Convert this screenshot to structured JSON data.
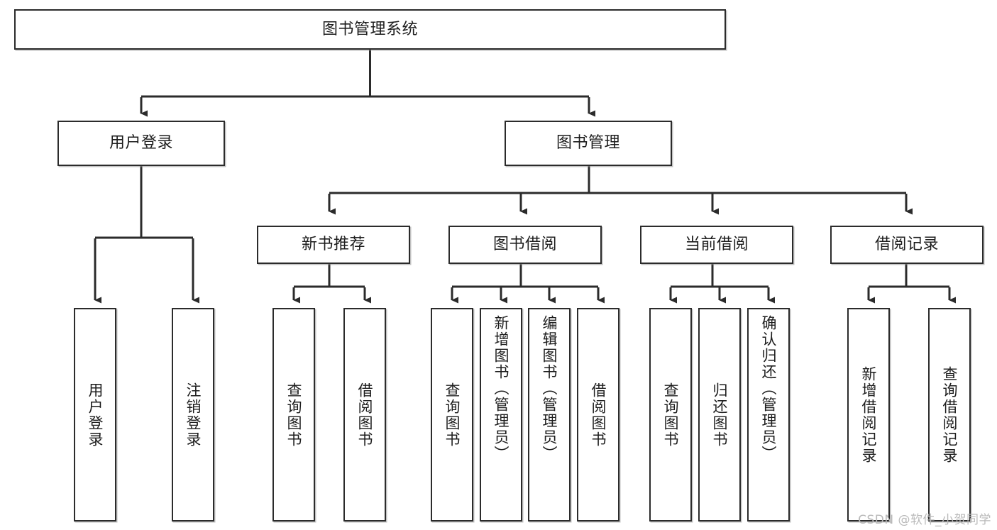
{
  "diagram": {
    "type": "tree-hierarchy-chart",
    "title": "图书管理系统",
    "watermark": "CSDN @软件_小贺同学",
    "colors": {
      "box_border": "#2b2b2b",
      "box_fill": "#ffffff",
      "connector": "#2b2b2b",
      "text": "#1d1d1d",
      "watermark": "#b9b9b9",
      "background": "#ffffff"
    },
    "root": {
      "label": "图书管理系统"
    },
    "level2": [
      {
        "label": "用户登录"
      },
      {
        "label": "图书管理"
      }
    ],
    "level3": [
      {
        "label": "新书推荐"
      },
      {
        "label": "图书借阅"
      },
      {
        "label": "当前借阅"
      },
      {
        "label": "借阅记录"
      }
    ],
    "leaves": {
      "user_login": [
        {
          "label": "用户登录"
        },
        {
          "label": "注销登录"
        }
      ],
      "new_book_recommend": [
        {
          "label": "查询图书"
        },
        {
          "label": "借阅图书"
        }
      ],
      "book_borrow": [
        {
          "label": "查询图书"
        },
        {
          "label": "新增图书（管理员）"
        },
        {
          "label": "编辑图书（管理员）"
        },
        {
          "label": "借阅图书"
        }
      ],
      "current_borrow": [
        {
          "label": "查询图书"
        },
        {
          "label": "归还图书"
        },
        {
          "label": "确认归还（管理员）"
        }
      ],
      "borrow_records": [
        {
          "label": "新增借阅记录"
        },
        {
          "label": "查询借阅记录"
        }
      ]
    }
  }
}
